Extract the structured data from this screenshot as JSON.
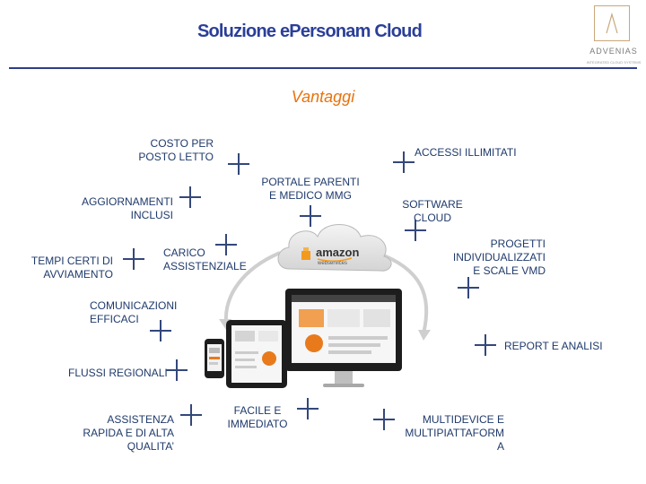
{
  "header": {
    "title": "Soluzione ePersonam Cloud"
  },
  "logo": {
    "name": "ADVENIAS",
    "tagline": "INTEGRATED CLOUD SYSTEMS"
  },
  "subtitle": "Vantaggi",
  "cloud_badge": {
    "brand": "amazon",
    "sub": "webservices"
  },
  "advantages": {
    "costo": [
      "COSTO PER",
      "POSTO LETTO"
    ],
    "accessi": [
      "ACCESSI ILLIMITATI"
    ],
    "portale": [
      "PORTALE PARENTI",
      "E MEDICO MMG"
    ],
    "aggiornamenti": [
      "AGGIORNAMENTI",
      "INCLUSI"
    ],
    "software": [
      "SOFTWARE",
      "CLOUD"
    ],
    "tempi": [
      "TEMPI CERTI DI",
      "AVVIAMENTO"
    ],
    "carico": [
      "CARICO",
      "ASSISTENZIALE"
    ],
    "progetti": [
      "PROGETTI",
      "INDIVIDUALIZZATI",
      "E SCALE VMD"
    ],
    "comunicazioni": [
      "COMUNICAZIONI",
      "EFFICACI"
    ],
    "report": [
      "REPORT E ANALISI"
    ],
    "flussi": [
      "FLUSSI REGIONALI"
    ],
    "assistenza": [
      "ASSISTENZA",
      "RAPIDA E DI ALTA",
      "QUALITA’"
    ],
    "facile": [
      "FACILE E",
      "IMMEDIATO"
    ],
    "multidevice": [
      "MULTIDEVICE E",
      "MULTIPIATTAFORM",
      "A"
    ]
  }
}
